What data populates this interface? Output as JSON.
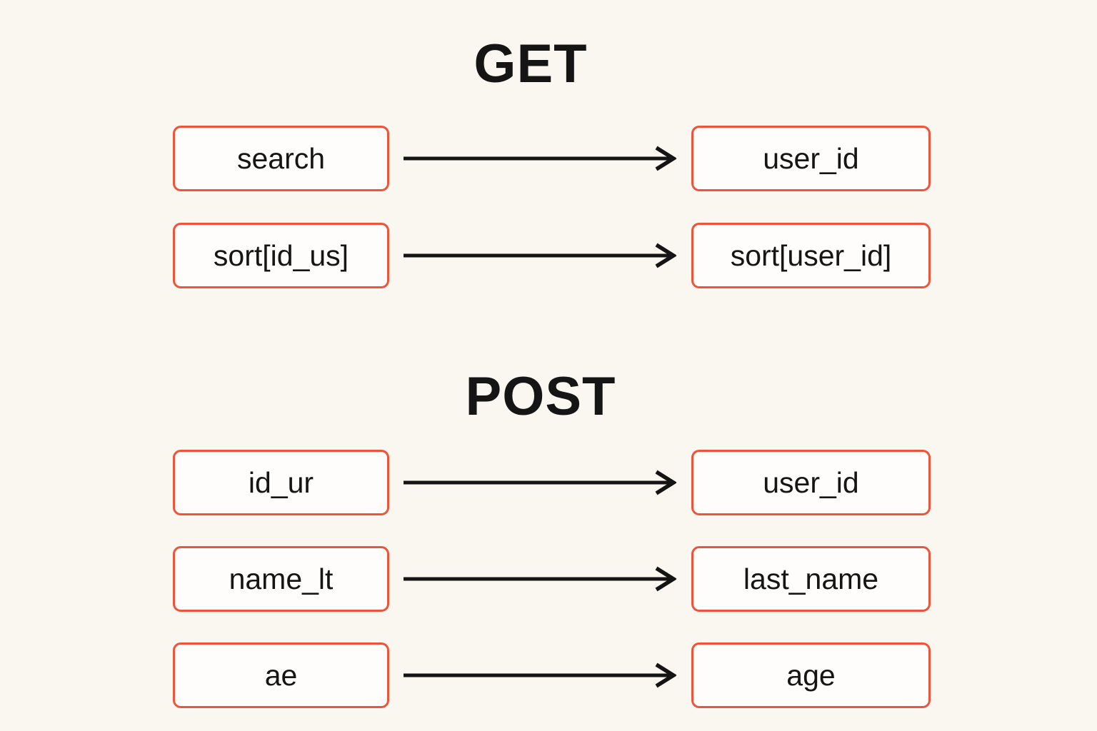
{
  "sections": [
    {
      "title": "GET",
      "rows": [
        {
          "from": "search",
          "to": "user_id"
        },
        {
          "from": "sort[id_us]",
          "to": "sort[user_id]"
        }
      ]
    },
    {
      "title": "POST",
      "rows": [
        {
          "from": "id_ur",
          "to": "user_id"
        },
        {
          "from": "name_lt",
          "to": "last_name"
        },
        {
          "from": "ae",
          "to": "age"
        }
      ]
    }
  ],
  "colors": {
    "background": "#FAF7F1",
    "box_fill": "#FEFDFB",
    "box_border": "#EE543A",
    "text": "#151515",
    "arrow": "#141414"
  }
}
